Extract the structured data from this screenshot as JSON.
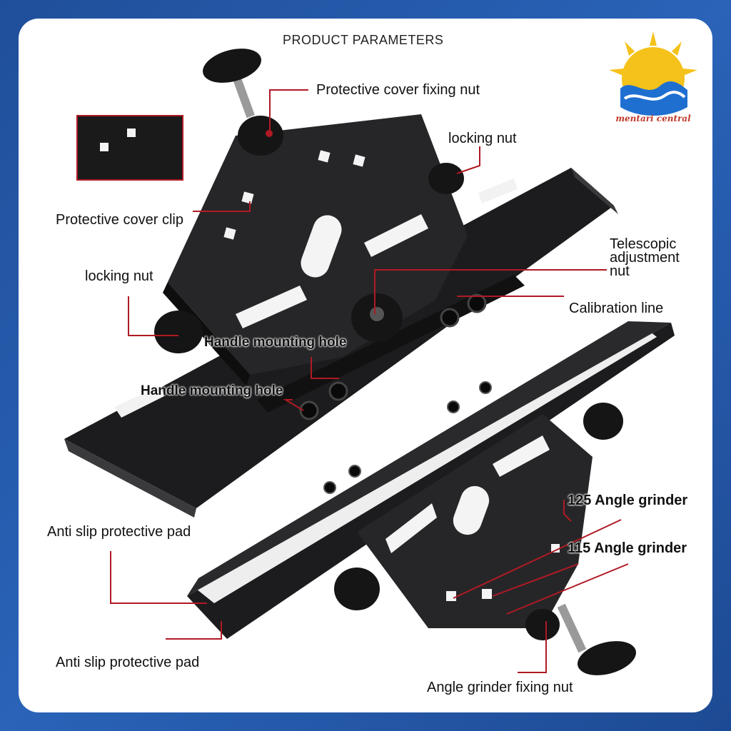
{
  "header": {
    "title": "PRODUCT PARAMETERS"
  },
  "brand": {
    "name": "mentari central",
    "colors": {
      "sun": "#f5c21b",
      "wave": "#1f6fd1",
      "text": "#c0392b"
    }
  },
  "labels": {
    "protective_cover_fixing_nut": "Protective cover fixing nut",
    "locking_nut_right": "locking nut",
    "protective_cover_clip": "Protective cover clip",
    "telescopic_adjustment_nut_line1": "Telescopic",
    "telescopic_adjustment_nut_line2": "adjustment",
    "telescopic_adjustment_nut_line3": "nut",
    "locking_nut_left": "locking nut",
    "calibration_line": "Calibration line",
    "handle_mounting_hole_1": "Handle mounting hole",
    "handle_mounting_hole_2": "Handle mounting hole",
    "grinder_125": "125 Angle grinder",
    "grinder_115": "115 Angle grinder",
    "anti_slip_pad_1": "Anti slip protective pad",
    "anti_slip_pad_2": "Anti slip protective pad",
    "angle_grinder_fixing_nut": "Angle grinder fixing nut"
  },
  "colors": {
    "leader": "#b01a24",
    "metal": "#1c1c1e",
    "metal_edge": "#3a3a3c",
    "background": "#1f4f9a"
  }
}
